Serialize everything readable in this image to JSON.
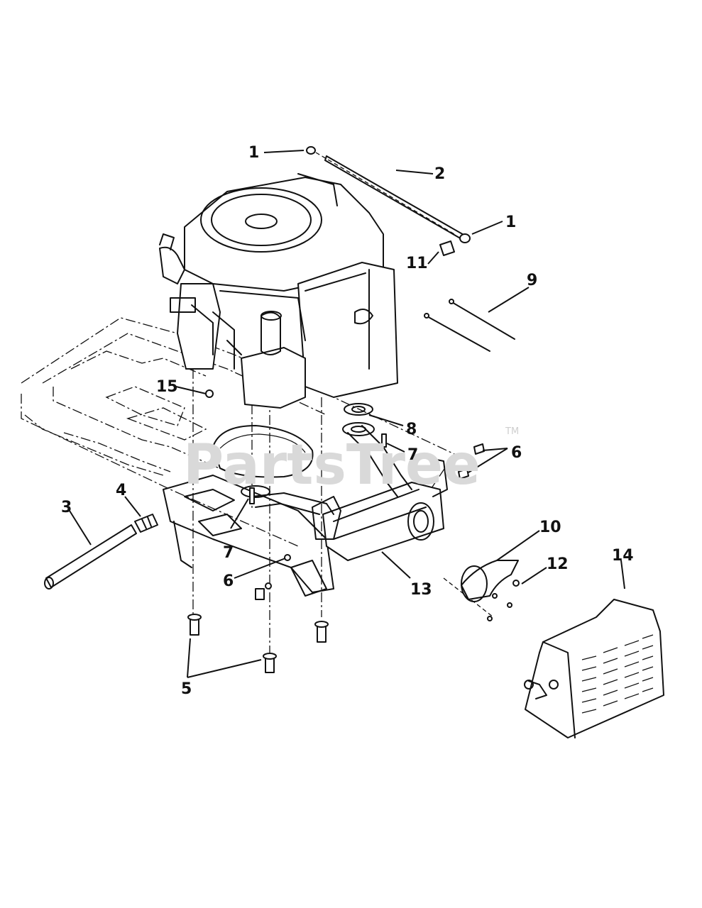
{
  "watermark": {
    "text": "PartsTree",
    "trademark": "TM"
  },
  "callouts": [
    {
      "id": "c1a",
      "label": "1"
    },
    {
      "id": "c2",
      "label": "2"
    },
    {
      "id": "c1b",
      "label": "1"
    },
    {
      "id": "c11",
      "label": "11"
    },
    {
      "id": "c9",
      "label": "9"
    },
    {
      "id": "c15",
      "label": "15"
    },
    {
      "id": "c8",
      "label": "8"
    },
    {
      "id": "c7a",
      "label": "7"
    },
    {
      "id": "c6a",
      "label": "6"
    },
    {
      "id": "c4",
      "label": "4"
    },
    {
      "id": "c3",
      "label": "3"
    },
    {
      "id": "c7b",
      "label": "7"
    },
    {
      "id": "c6b",
      "label": "6"
    },
    {
      "id": "c13",
      "label": "13"
    },
    {
      "id": "c10",
      "label": "10"
    },
    {
      "id": "c12",
      "label": "12"
    },
    {
      "id": "c14",
      "label": "14"
    },
    {
      "id": "c5",
      "label": "5"
    }
  ]
}
